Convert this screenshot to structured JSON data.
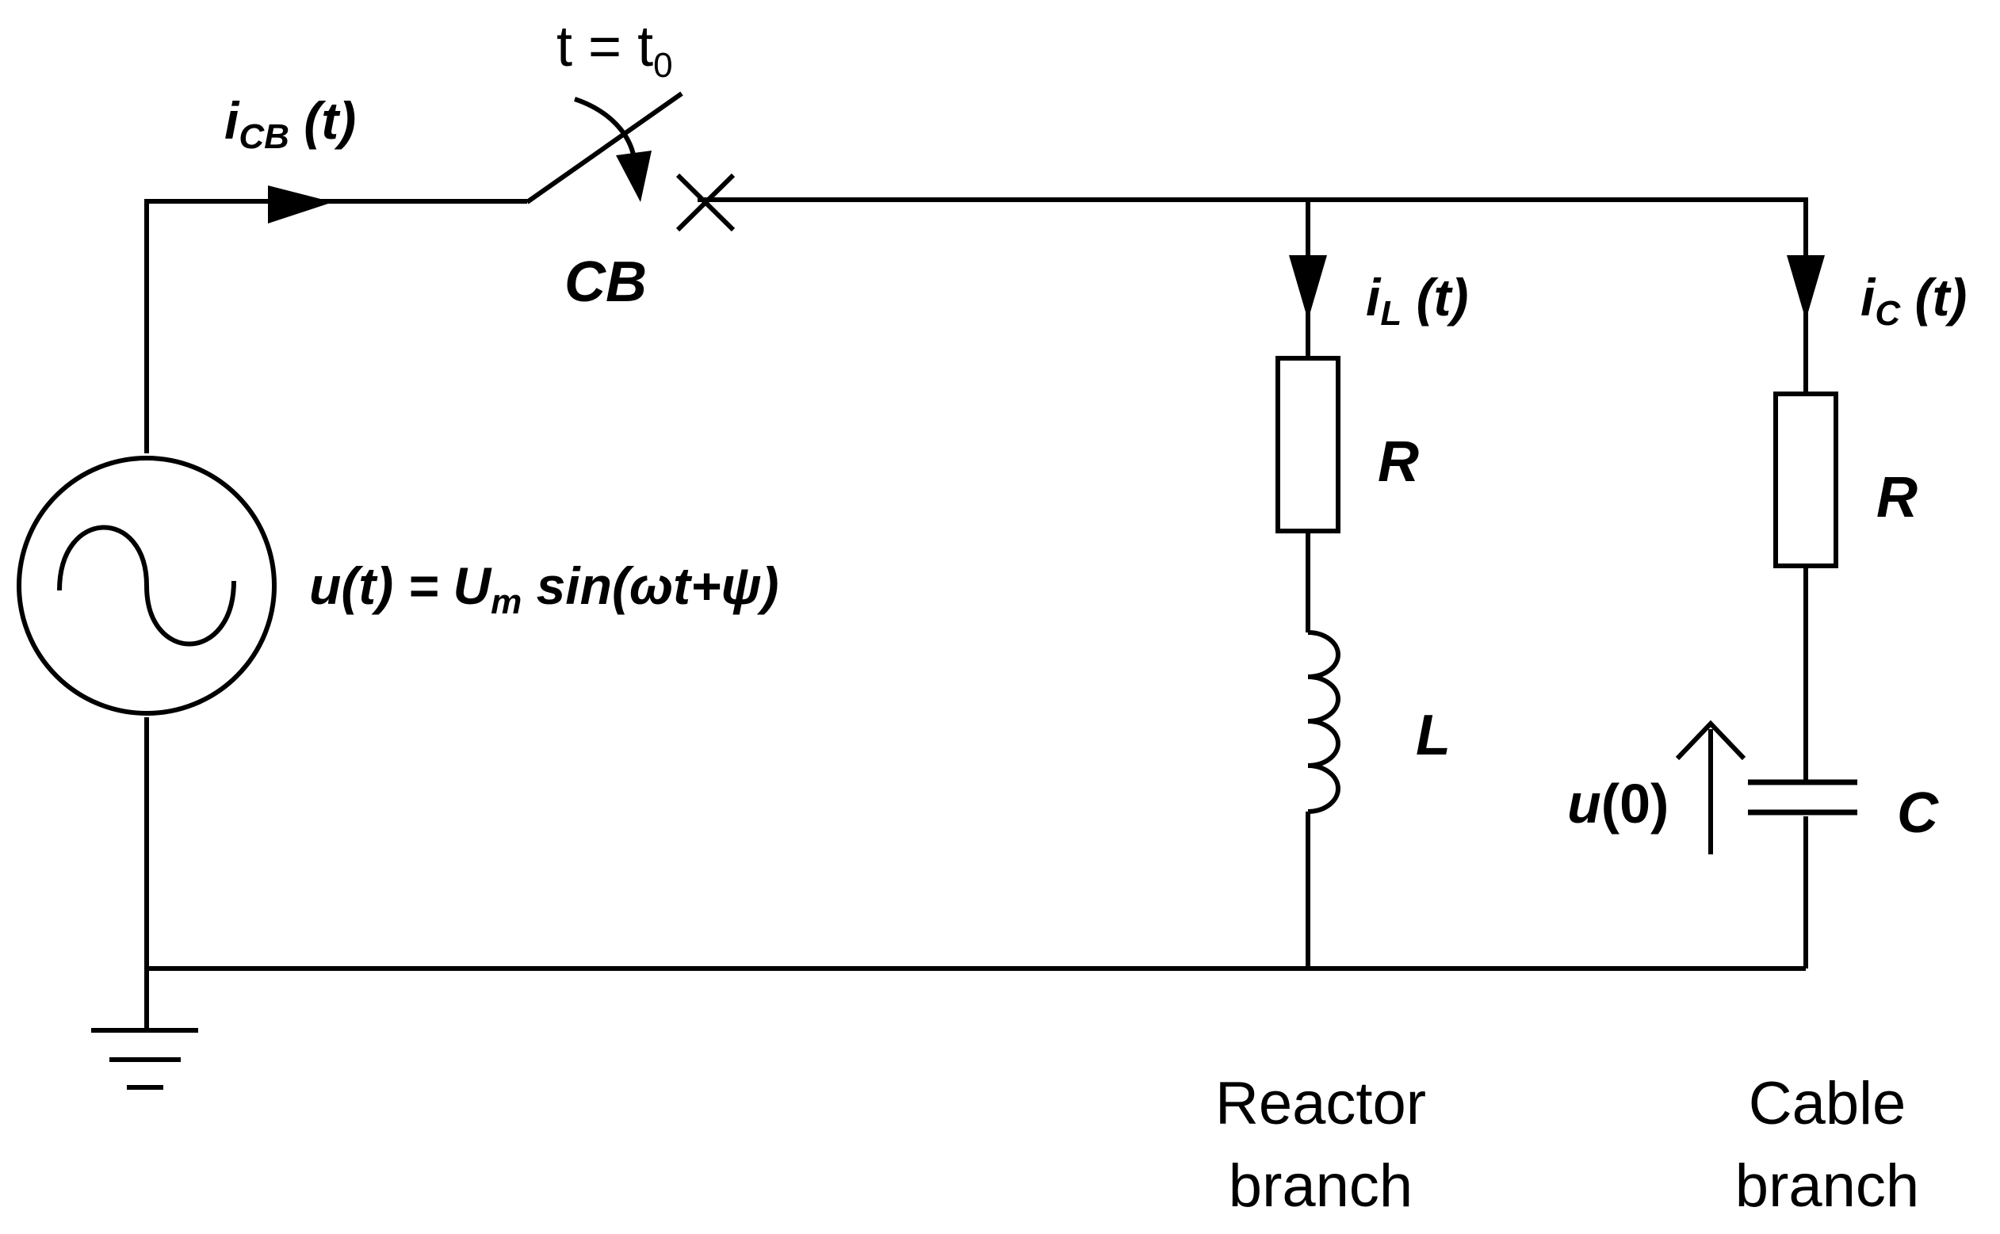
{
  "labels": {
    "icb_main": "i",
    "icb_sub": "CB",
    "icb_tail": " (t)",
    "switch_time_t": "t",
    "switch_time_eq": " = ",
    "switch_time_t2": "t",
    "switch_time_sub": "0",
    "cb": "CB",
    "source_eq_a": "u(t) = U",
    "source_eq_sub": "m",
    "source_eq_b": " sin(ωt+ψ)",
    "il_main": "i",
    "il_sub": "L",
    "il_tail": " (t)",
    "ic_main": "i",
    "ic_sub": "C",
    "ic_tail": " (t)",
    "reactor_r": "R",
    "inductor_l": "L",
    "cable_r": "R",
    "capacitor_c": "C",
    "u0_a": "u",
    "u0_b": "(0)",
    "reactor_branch_1": "Reactor",
    "reactor_branch_2": "branch",
    "cable_branch_1": "Cable",
    "cable_branch_2": "branch"
  }
}
